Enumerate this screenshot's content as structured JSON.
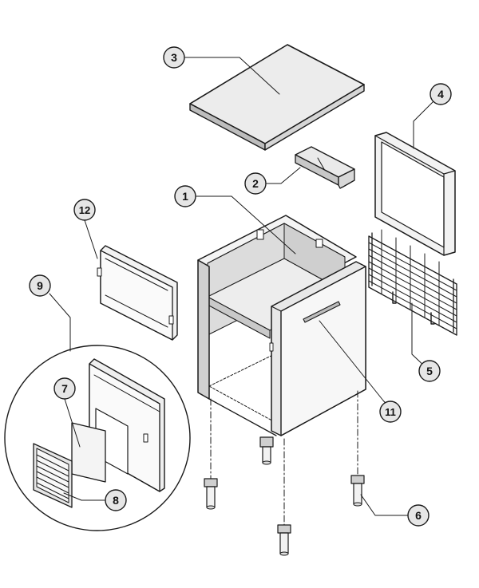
{
  "callouts": [
    {
      "id": "c1",
      "label": "1"
    },
    {
      "id": "c2",
      "label": "2"
    },
    {
      "id": "c3",
      "label": "3"
    },
    {
      "id": "c4",
      "label": "4"
    },
    {
      "id": "c5",
      "label": "5"
    },
    {
      "id": "c6",
      "label": "6"
    },
    {
      "id": "c7",
      "label": "7"
    },
    {
      "id": "c8",
      "label": "8"
    },
    {
      "id": "c9",
      "label": "9"
    },
    {
      "id": "c11",
      "label": "11"
    },
    {
      "id": "c12",
      "label": "12"
    }
  ],
  "colors": {
    "stroke": "#1a1a1a",
    "face_light": "#f2f2f2",
    "face_mid": "#d9d9d9",
    "face_dark": "#bfbfbf",
    "callout_fill": "#e6e6e6"
  }
}
